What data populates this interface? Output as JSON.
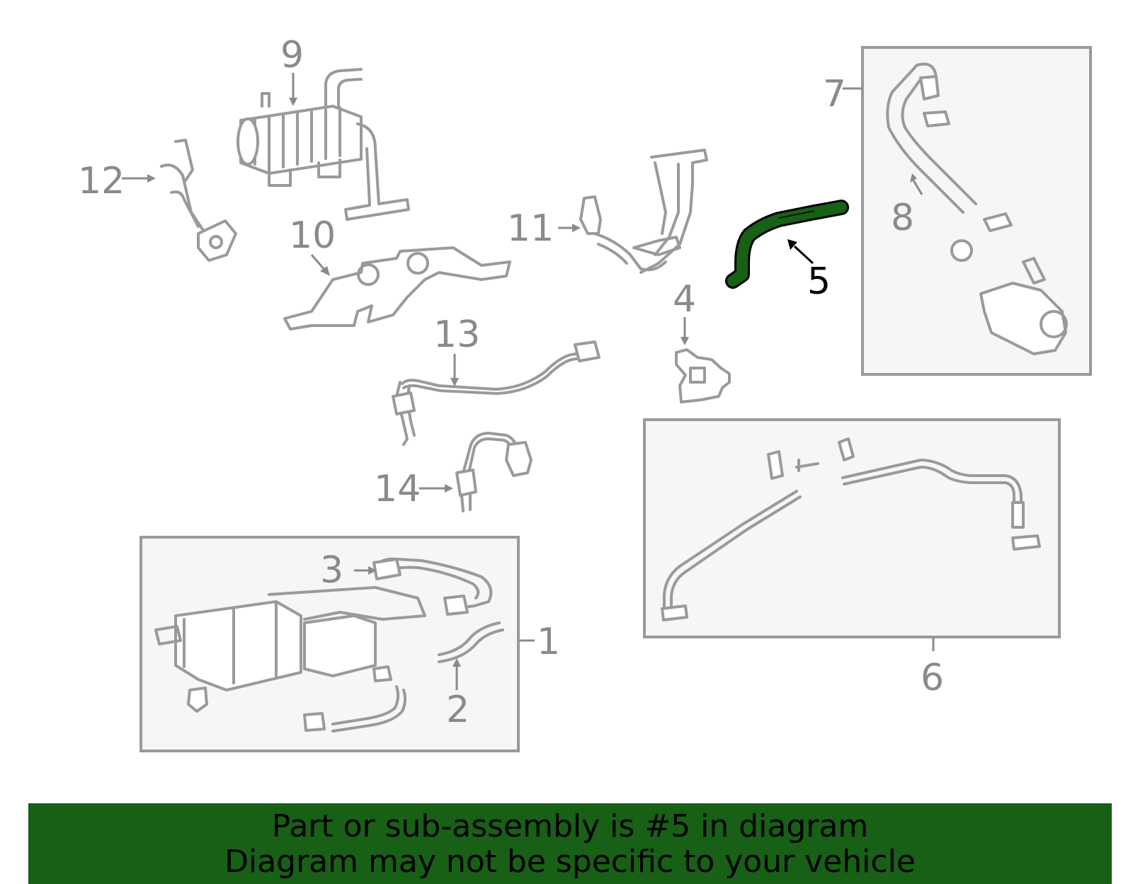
{
  "diagram": {
    "callouts": {
      "c1": "1",
      "c2": "2",
      "c3": "3",
      "c4": "4",
      "c5": "5",
      "c6": "6",
      "c7": "7",
      "c8": "8",
      "c9": "9",
      "c10": "10",
      "c11": "11",
      "c12": "12",
      "c13": "13",
      "c14": "14"
    },
    "highlighted_part": "5",
    "colors": {
      "highlight": "#176016",
      "parts": "#9a9a9a",
      "box_fill": "#f6f6f6"
    }
  },
  "banner": {
    "line1": "Part or sub-assembly is #5 in diagram",
    "line2": "Diagram may not be specific to your vehicle"
  }
}
